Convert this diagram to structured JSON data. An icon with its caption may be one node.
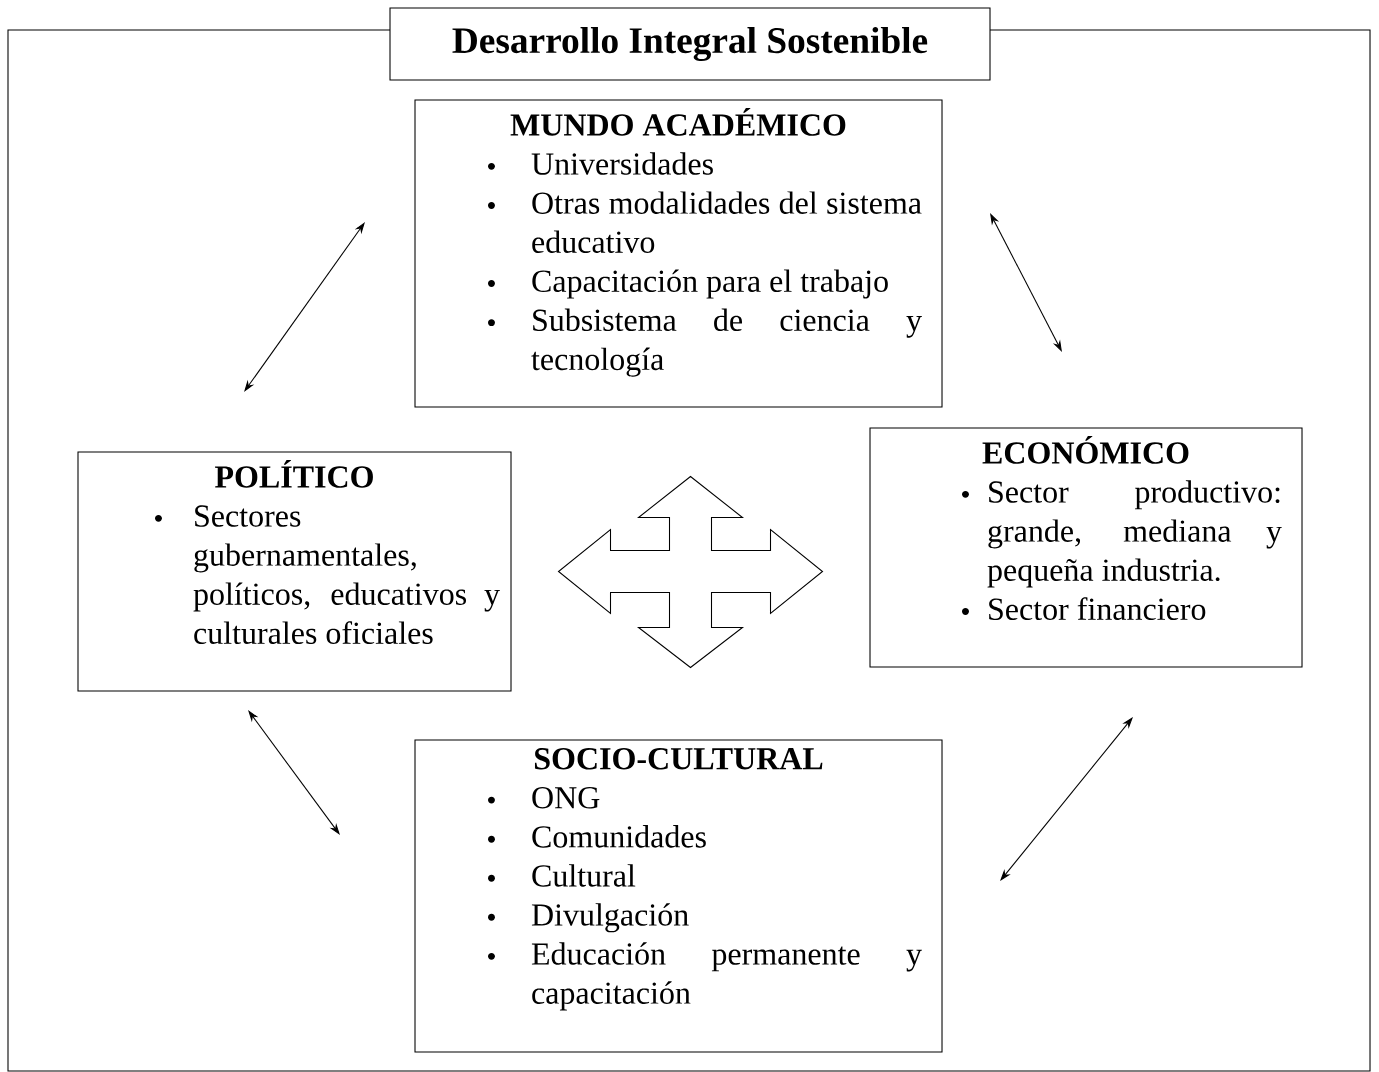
{
  "diagram": {
    "nodes": [
      {
        "text": [],
        "shape": "box"
      },
      {
        "text": [
          "Desarrollo Integral Sostenible"
        ]
      },
      {
        "text": [
          "MUNDO ACADÉMICO",
          "Universidades",
          "Otras modalidades del sistema educativo",
          "Capacitación para el trabajo",
          "Subsistema de ciencia y tecnología"
        ],
        "in": 0
      },
      {
        "text": [
          "POLÍTICO",
          "Sectores gubernamentales, políticos, educativos y culturales oficiales"
        ],
        "in": 0
      },
      {
        "text": [
          "ECONÓMICO",
          "Sector productivo: grande, mediana y pequeña industria.",
          "Sector financiero"
        ],
        "in": 0
      },
      {
        "text": [
          "SOCIO-CULTURAL",
          "ONG",
          "Comunidades",
          "Cultural",
          "Divulgación",
          "Educación permanente y capacitación"
        ],
        "in": 0
      }
    ],
    "edges": [
      {
        "from": 2,
        "to": 3,
        "arrow": "both"
      },
      {
        "from": 2,
        "to": 4,
        "arrow": "both"
      },
      {
        "from": 3,
        "to": 5,
        "arrow": "both"
      },
      {
        "from": 4,
        "to": 5,
        "arrow": "both"
      },
      {
        "from": 3,
        "to": 4,
        "arrow": "both"
      },
      {
        "from": 2,
        "to": 5,
        "arrow": "both"
      }
    ]
  }
}
